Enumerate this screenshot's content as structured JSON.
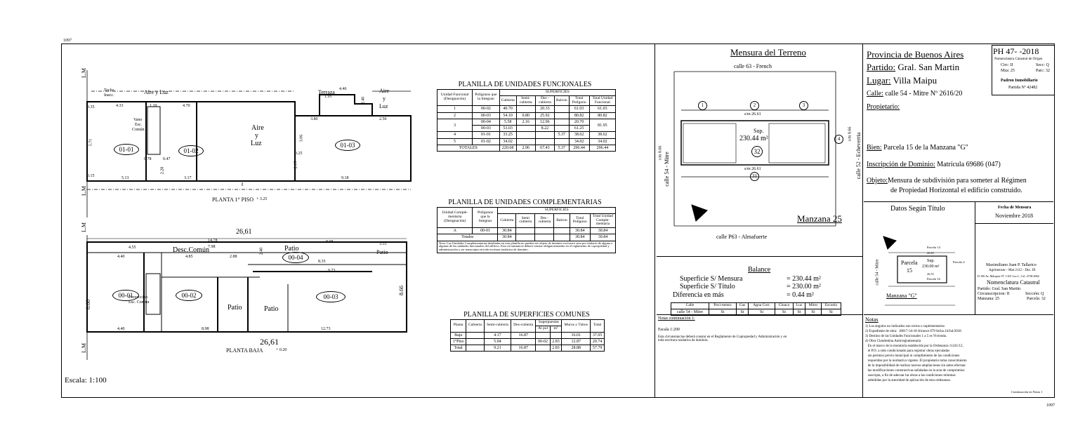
{
  "sheet_code_top": "1097",
  "sheet_code_bottom": "1097",
  "scale": "Escala: 1:100",
  "plan_top": {
    "title": "PLANTA 1° PISO",
    "level": "+ 3.25",
    "units": [
      "01-01",
      "01-02",
      "01-03"
    ],
    "labels": {
      "aire_luz": "Aire y Luz",
      "aire_y": "Aire",
      "y": "y",
      "luz": "Luz",
      "terraza": "Terraza",
      "aire_r": "Aire",
      "y_r": "y",
      "luz_r": "Luz",
      "techo": "Techo",
      "inacc": "Inacc.",
      "vano": "Vano",
      "esc": "Esc.",
      "comun": "Común",
      "lm": "L.M"
    },
    "dims": [
      "4.33",
      "1.10",
      "4.70",
      "4.46",
      "1.95",
      "3.80",
      "2.50",
      "5.13",
      "3.17",
      "9.18",
      "5.71",
      "3.06",
      "0.78",
      "0.47",
      "2.28",
      "0.25",
      "2.15",
      "0.35",
      "0.15",
      "2.40"
    ]
  },
  "plan_bottom": {
    "title": "PLANTA BAJA",
    "level": "+ 0.20",
    "total_width": "26,61",
    "total_width_bottom": "26,61",
    "units": [
      "00-01",
      "00-02",
      "00-03",
      "00-04"
    ],
    "labels": {
      "desc_comun": "Desc.Común",
      "patio1": "Patio",
      "patio2": "Patio",
      "patio3": "Patio",
      "patio4": "Patio",
      "patio5": "Patio",
      "proyeccion": "Proyeccion",
      "esc_comun": "Esc. Comun",
      "lm": "L.M"
    },
    "dims": [
      "4.40",
      "4.85",
      "2.88",
      "14.78",
      "7.98",
      "8.98",
      "9.73",
      "8.35",
      "8.66",
      "8.66",
      "4.40",
      "8.98",
      "12.73",
      "3.33",
      "4.55",
      "2.40"
    ]
  },
  "table_uf": {
    "title": "PLANILLA DE UNIDADES FUNCIONALES",
    "headers": {
      "unidad": "Unidad Funcional (Designación)",
      "poligonos": "Polígonos que la Integran",
      "superficies": "SUPERFICIES",
      "cubierta": "Cubierta",
      "semi": "Semi-cubierta",
      "des": "Des - cubierta",
      "balcon": "Balcon",
      "total_pol": "Total Polígono",
      "total_uf": "Total Unidad Funcional"
    },
    "rows": [
      [
        "1",
        "00-02",
        "40.70",
        "",
        "20.33",
        "",
        "61.03",
        "61.03"
      ],
      [
        "2",
        "00-03",
        "54.10",
        "0.80",
        "25.92",
        "",
        "80.82",
        "80.82"
      ],
      [
        "3",
        "00-04",
        "5.58",
        "2.16",
        "12.96",
        "",
        "20.70",
        "81.95"
      ],
      [
        "",
        "00-03",
        "53.03",
        "",
        "8.22",
        "",
        "61.25",
        ""
      ],
      [
        "4",
        "01-01",
        "33.25",
        "",
        "",
        "5.37",
        "38.62",
        "38.62"
      ],
      [
        "5",
        "01-02",
        "34.02",
        "",
        "",
        "",
        "34.02",
        "34.02"
      ]
    ],
    "totals": [
      "TOTALES",
      "220.68",
      "2.96",
      "67.43",
      "5.37",
      "296.44",
      "296.44"
    ]
  },
  "table_uc": {
    "title": "PLANILLA DE UNIDADES COMPLEMENTARIAS",
    "headers": {
      "unidad": "Unidad Comple-mentaria (Designación)",
      "poligonos": "Polígonos que la Integran",
      "superficies": "SUPERFICIES",
      "cubierta": "Cubierta",
      "semi": "Semi cubierta",
      "des": "Des - cubierta",
      "balcon": "Balcon",
      "total_pol": "Total Polígono",
      "total_uc": "Total Unidad Comple-mentaria"
    },
    "row": [
      "A",
      "00-01",
      "30.84",
      "",
      "",
      "",
      "30.84",
      "30.84"
    ],
    "totals": [
      "Totales",
      "30.84",
      "",
      "",
      "",
      "30.84",
      "30.84"
    ],
    "note": "Nota: Las Unidades Complementarias detalladas en esta planilla no pueden ser objeto de dominio exclusivo sino por titulares de alguna o algunas de las unidades funcionales del edificio. Esta circunstancia deberá constar obligatoriamente en el reglamento de copropiedad y administración y ser transcripta en toda escritura traslativa de dominio."
  },
  "table_sc": {
    "title": "PLANILLA DE SUPERFICIES COMUNES",
    "headers": {
      "planta": "Planta",
      "cubierta": "Cubierta",
      "semi": "Semi-cubierta",
      "des": "Des-cubierta",
      "superpuestas": "Superpuestas",
      "alpol": "Al pol",
      "m2": "m²",
      "muros": "Muros y Tubos",
      "total": "Total"
    },
    "rows": [
      [
        "Baja",
        "",
        "4.17",
        "16.87",
        "",
        "",
        "16.01",
        "37.05"
      ],
      [
        "1°Piso",
        "",
        "5.04",
        "",
        "00-02",
        "2.83",
        "12.87",
        "20.74"
      ],
      [
        "Total",
        "",
        "9.21",
        "16.87",
        "",
        "2.83",
        "28.88",
        "57.79"
      ]
    ]
  },
  "mensura": {
    "title": "Mensura del Terreno",
    "street_top": "calle 63 - French",
    "street_bottom": "calle P63 - Almafuerte",
    "street_left": "calle 54 - Mitre",
    "street_right": "calle 52 - Echeverria",
    "sup_label": "Sup.",
    "sup_value": "230.44 m²",
    "parcel_main": "32",
    "parcels": [
      "1",
      "2",
      "3",
      "4",
      "31"
    ],
    "manzana": "Manzana 25",
    "dim_top": "s/m 26.61",
    "dim_bottom": "s/m 26.61",
    "dim_left": "s/m 8.66",
    "dim_right": "s/m 8.66",
    "balance_title": "Balance",
    "balance": [
      {
        "label": "Superficie  S/ Mensura",
        "value": "= 230.44 m²"
      },
      {
        "label": "Superficie  S/ Título",
        "value": "= 230.00  m²"
      },
      {
        "label": "Diferencia en más",
        "value": "=    0.44  m²"
      }
    ],
    "services_headers": [
      "Calle",
      "Pavi-mento",
      "Gas",
      "Agua Corr.",
      "Cloaca",
      "Luz",
      "Mitro",
      "Escuela"
    ],
    "services_row": [
      "calle 54 - Mitre",
      "Si",
      "Si",
      "Si",
      "Si",
      "Si",
      "Si",
      "Si"
    ],
    "escala": "Escala 1:200",
    "notas_title": "Notas continuación 1:",
    "notas_text": "Esta circunstancias deberá constar en el Reglamento de Copropiedad y Administración y en toda escritura traslativa de dominio."
  },
  "info": {
    "provincia": "Provincia de Buenos Aires",
    "partido_label": "Partido:",
    "partido": " Gral. San Martin",
    "lugar_label": "Lugar:",
    "lugar": " Villa Maipu",
    "calle_label": "Calle:",
    "calle": " calle 54 - Mitre Nº 2616/20",
    "propietario_label": "Propietario:",
    "bien_label": "Bien:",
    "bien": " Parcela 15 de la Manzana \"G\"",
    "inscripcion_label": "Inscripción de Dominio:",
    "inscripcion": " Matrícula 69686 (047)",
    "objeto_label": "Objeto:",
    "objeto1": "Mensura de subdivisión para someter al Régimen",
    "objeto2": "de Propiedad Horizontal el edificio construido."
  },
  "ph": {
    "code": "PH  47-     -2018",
    "nomenclatura_origen": "Nomenclatura Catastral de Origen",
    "circ": "Circ: II",
    "secc": "Secc: Q",
    "mza": "Mza: 25",
    "parc": "Parc: 32",
    "padron": "Padron   Inmobiliario",
    "partida": "Partida Nº 42482"
  },
  "titulo": {
    "title": "Datos Según Título",
    "street": "calle 54 - Mitre",
    "parcela": "Parcela",
    "parcela_num": "15",
    "sup": "Sup.",
    "sup_val": "230.00 m²",
    "manzana": "Manzana \"G\"",
    "p14": "Parcela 14",
    "p16": "Parcela 16",
    "p4": "Parcela 4",
    "d1": "26.61",
    "d2": "26.51"
  },
  "firma": {
    "fecha_label": "Fecha de Mensura",
    "fecha": "Noviembre 2018",
    "nombre": "Maximiliano Juan P. Tallarico",
    "titulo": "Agrimensor - Mat 2112 - Dto. IX",
    "direccion": "D.196 Av. Márquez Nº 1.301 Loc.I., Cel: 4758-4962",
    "nomenclatura": "Nomenclatura   Catastral",
    "partido": "Partido:  Gral. San Martin",
    "circ": "Circunscripcion: II",
    "seccion": "Sección: Q",
    "manzana": "Manzana: 25",
    "parcela": "Parcela: 32"
  },
  "notas": {
    "title": "Notas",
    "items": [
      "1) Los ángulos no indicados son rectos o suplementarios",
      "2) Expediente de obra:  18017-34-18 Alcance 079 fecha 24/Jul/2018",
      "3) Destino de las Unidades Funcionales 1 a 5 es Vivienda.",
      "4) Obra Clandestina Antirreglamentaria",
      "   En el marco de la moratoria establecida por la Ordenanza 11241/12,",
      "   el P.O. a sido condicionado para registrar obras ejecutadas",
      "   sin permiso previo municipal ni cumplimiento de las condiciones",
      "   requeridas por la normativa vigente. El propietario toma conocimiento",
      "   de la imposibilidad de realizar nuevas ampliaciones sin antes efectuar",
      "   las modificaciones constructivas señaladas en la acta de compromiso",
      "   suscripta, a fin de adecuar las obras a las condiciones mínimas",
      "   admitidas por la autoridad de aplicación de esta ordenanza."
    ],
    "continua": "Continuación en Notas 1"
  }
}
